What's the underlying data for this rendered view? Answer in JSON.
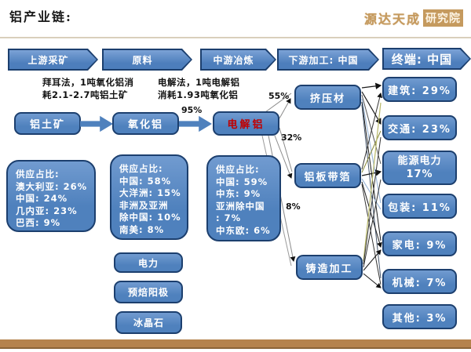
{
  "header": {
    "title": "铝产业链:"
  },
  "logo": {
    "brand": "源达天成",
    "suffix": "研究院"
  },
  "stages": [
    {
      "label": "上游采矿"
    },
    {
      "label": "原料"
    },
    {
      "label": "中游冶炼"
    },
    {
      "label": "下游加工: 中国"
    },
    {
      "label": "终端: 中国"
    }
  ],
  "notes": {
    "bayer_line1": "拜耳法，1吨氧化铝消",
    "bayer_line2": "耗2.1-2.7吨铝土矿",
    "electro_line1": "电解法，1吨电解铝",
    "electro_line2": "消耗1.93吨氧化铝"
  },
  "flow": {
    "bauxite": "铝土矿",
    "alumina": "氧化铝",
    "electrolytic": "电解铝",
    "alumina_yield": "95%"
  },
  "supply_boxes": [
    {
      "lines": [
        "供应占比:",
        "澳大利亚: 26%",
        "中国: 24%",
        "几内亚: 23%",
        "巴西: 9%"
      ]
    },
    {
      "lines": [
        "供应占比:",
        "中国: 58%",
        "大洋洲: 15%",
        "非洲及亚洲",
        "除中国: 10%",
        "南美: 8%"
      ]
    },
    {
      "lines": [
        "供应占比:",
        "中国: 59%",
        "中东: 9%",
        "亚洲除中国",
        ": 7%",
        "中东欧: 6%"
      ]
    }
  ],
  "inputs": [
    {
      "label": "电力"
    },
    {
      "label": "预焙阳极"
    },
    {
      "label": "冰晶石"
    }
  ],
  "processing": [
    {
      "label": "挤压材",
      "share": "55%"
    },
    {
      "label": "铝板带箔",
      "share": "32%"
    },
    {
      "label": "铸造加工",
      "share": "8%"
    }
  ],
  "terminal": [
    {
      "label": "建筑: 29%"
    },
    {
      "label": "交通: 23%"
    },
    {
      "label": "能源电力",
      "label2": "17%"
    },
    {
      "label": "包装: 11%"
    },
    {
      "label": "家电: 9%"
    },
    {
      "label": "机械: 7%"
    },
    {
      "label": "其他: 3%"
    }
  ],
  "colors": {
    "node_fill": "#4f81bd",
    "node_border": "#1c3f6e",
    "accent_red": "#c00000",
    "logo_tan": "#c59a5e",
    "footer_bar": "#b5834d"
  }
}
